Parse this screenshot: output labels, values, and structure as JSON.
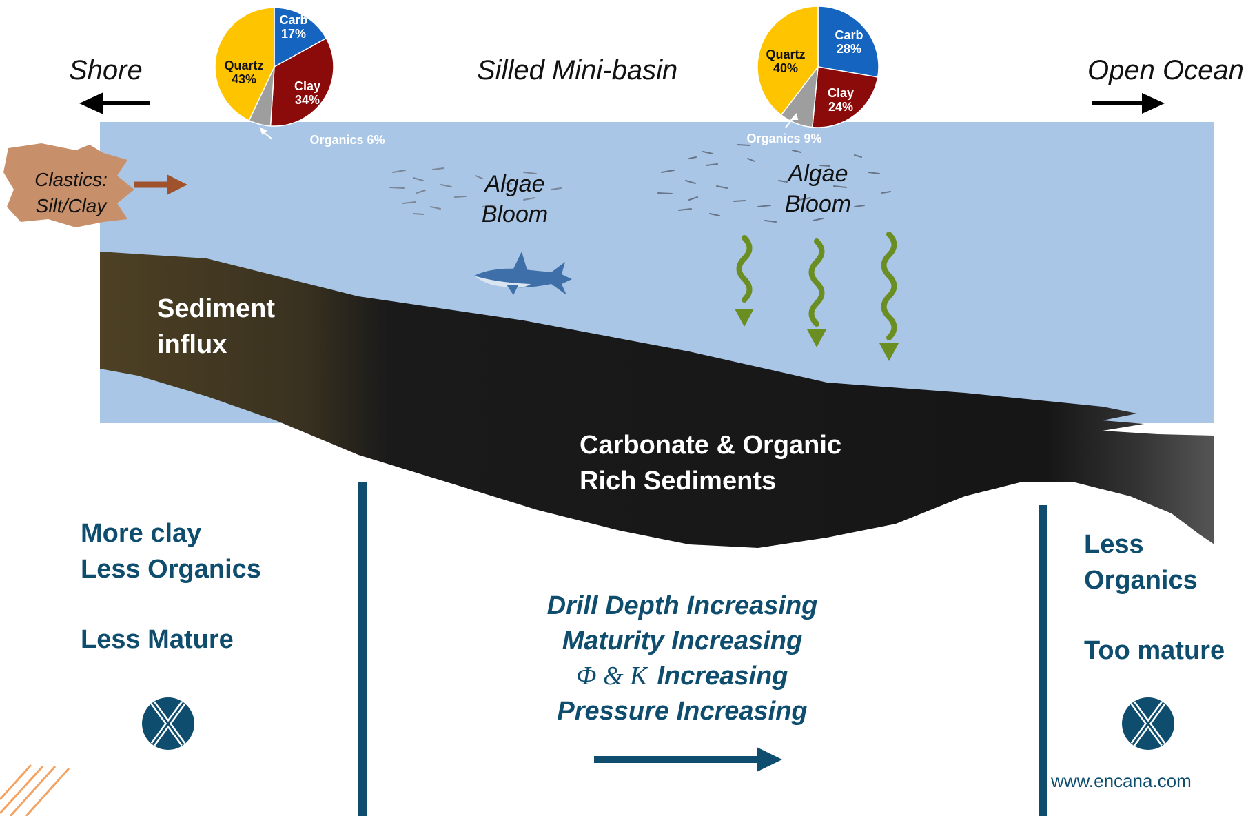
{
  "header": {
    "left": "Shore",
    "center": "Silled Mini-basin",
    "right": "Open Ocean"
  },
  "clastics": {
    "line1": "Clastics:",
    "line2": "Silt/Clay"
  },
  "algae": [
    {
      "line1": "Algae",
      "line2": "Bloom"
    },
    {
      "line1": "Algae",
      "line2": "Bloom"
    }
  ],
  "sediments": {
    "influx_line1": "Sediment",
    "influx_line2": "influx",
    "rich_line1": "Carbonate & Organic",
    "rich_line2": "Rich Sediments"
  },
  "left_panel": {
    "line1": "More clay",
    "line2": "Less Organics",
    "line3": "Less Mature"
  },
  "center_panel": {
    "line1": "Drill Depth Increasing",
    "line2": "Maturity Increasing",
    "symbols": "Φ & K",
    "line3_suffix": "Increasing",
    "line4": "Pressure Increasing"
  },
  "right_panel": {
    "line1": "Less",
    "line2": "Organics",
    "line3": "Too mature",
    "website": "www.encana.com"
  },
  "pies": [
    {
      "slices": [
        {
          "name": "Carb",
          "value": 17,
          "label": "17%",
          "color": "#1565c0"
        },
        {
          "name": "Clay",
          "value": 34,
          "label": "34%",
          "color": "#8b0a0a"
        },
        {
          "name": "Organics",
          "value": 6,
          "label": "Organics 6%",
          "color": "#9e9e9e"
        },
        {
          "name": "Quartz",
          "value": 43,
          "label": "43%",
          "color": "#ffc400"
        }
      ]
    },
    {
      "slices": [
        {
          "name": "Carb",
          "value": 28,
          "label": "28%",
          "color": "#1565c0"
        },
        {
          "name": "Clay",
          "value": 24,
          "label": "24%",
          "color": "#8b0a0a"
        },
        {
          "name": "Organics",
          "value": 9,
          "label": "Organics 9%",
          "color": "#9e9e9e"
        },
        {
          "name": "Quartz",
          "value": 40,
          "label": "40%",
          "color": "#ffc400"
        }
      ]
    }
  ],
  "colors": {
    "water": "#a9c6e6",
    "sediment_dark": "#161616",
    "sediment_brown": "#4a3d22",
    "teal": "#0e4d6e",
    "algae_green": "#6b8e23",
    "clastics": "#c8906a"
  }
}
